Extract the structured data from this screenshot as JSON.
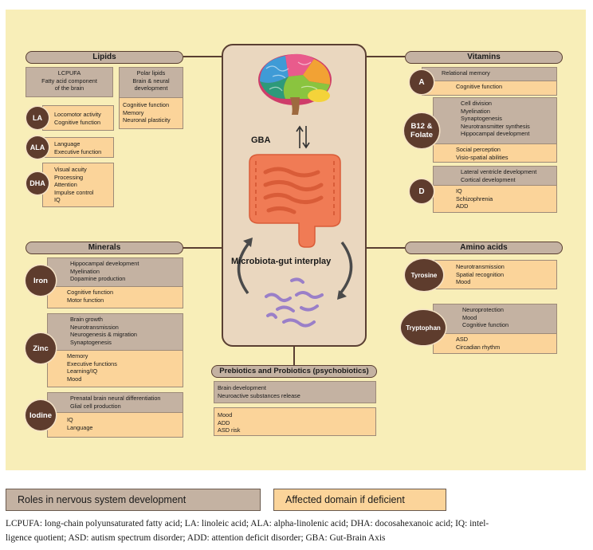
{
  "headers": {
    "lipids": "Lipids",
    "vitamins": "Vitamins",
    "minerals": "Minerals",
    "amino": "Amino acids",
    "probiotics": "Prebiotics and Probiotics (psychobiotics)"
  },
  "lipids": {
    "lcpufa": [
      "LCPUFA",
      "Fatty acid component",
      "of the brain"
    ],
    "polar": [
      "Polar lipids",
      "Brain & neural",
      "development"
    ],
    "polar_deficit": [
      "Cognitive function",
      "Memory",
      "Neuronal plasticity"
    ],
    "la": {
      "label": "LA",
      "deficit": [
        "Locomotor activity",
        "Cognitive function"
      ]
    },
    "ala": {
      "label": "ALA",
      "deficit": [
        "Language",
        "Executive function"
      ]
    },
    "dha": {
      "label": "DHA",
      "deficit": [
        "Visual acuity",
        "Processing",
        "Attention",
        "Impulse control",
        "IQ"
      ]
    }
  },
  "vitamins": {
    "a": {
      "label": "A",
      "roles": [
        "Relational memory"
      ],
      "deficit": [
        "Cognitive function"
      ]
    },
    "b12": {
      "label_line1": "B12 &",
      "label_line2": "Folate",
      "roles": [
        "Cell division",
        "Myelination",
        "Synaptogenesis",
        "Neurotransmitter synthesis",
        "Hippocampal development"
      ],
      "deficit": [
        "Social perception",
        "Visio-spatial abilities"
      ]
    },
    "d": {
      "label": "D",
      "roles": [
        "Lateral ventricle development",
        "Cortical development"
      ],
      "deficit": [
        "IQ",
        "Schizophrenia",
        "ADD"
      ]
    }
  },
  "minerals": {
    "iron": {
      "label": "Iron",
      "roles": [
        "Hippocampal development",
        "Myelination",
        "Dopamine production"
      ],
      "deficit": [
        "Cognitive function",
        "Motor function"
      ]
    },
    "zinc": {
      "label": "Zinc",
      "roles": [
        "Brain growth",
        "Neurotransmission",
        "Neurogenesis & migration",
        "Synaptogenesis"
      ],
      "deficit": [
        "Memory",
        "Executive functions",
        "Learning/IQ",
        "Mood"
      ]
    },
    "iodine": {
      "label": "Iodine",
      "roles": [
        "Prenatal brain neural differentiation",
        "Glial cell production"
      ],
      "deficit": [
        "IQ",
        "Language"
      ]
    }
  },
  "amino": {
    "tyrosine": {
      "label": "Tyrosine",
      "roles": [
        "Neurotransmission",
        "Spatial recognition",
        "Mood"
      ]
    },
    "tryptophan": {
      "label": "Tryptophan",
      "roles": [
        "Neuroprotection",
        "Mood",
        "Cognitive function"
      ],
      "deficit": [
        "ASD",
        "Circadian rhythm"
      ]
    }
  },
  "probiotics": {
    "roles": [
      "Brain development",
      "Neuroactive substances release"
    ],
    "deficit": [
      "Mood",
      "ADD",
      "ASD risk"
    ]
  },
  "center": {
    "gba": "GBA",
    "interplay": "Microbiota-gut interplay"
  },
  "colors": {
    "panel": "#f8eeb8",
    "role_box": "#c4b2a2",
    "deficit_box": "#fbd49a",
    "nutrient_circle": "#5e3c2d",
    "central_box": "#ead7bf",
    "bacteria": "#9a7fc8",
    "intestine": "#f07b55"
  },
  "legend": {
    "roles": "Roles in nervous system development",
    "deficit": "Affected domain if deficient"
  },
  "footnote": {
    "line1": "LCPUFA: long-chain polyunsaturated fatty acid; LA: linoleic acid; ALA: alpha-linolenic acid; DHA: docosahexanoic acid; IQ: intel-",
    "line2": "ligence quotient; ASD: autism spectrum disorder; ADD: attention deficit disorder; GBA: Gut-Brain Axis"
  }
}
